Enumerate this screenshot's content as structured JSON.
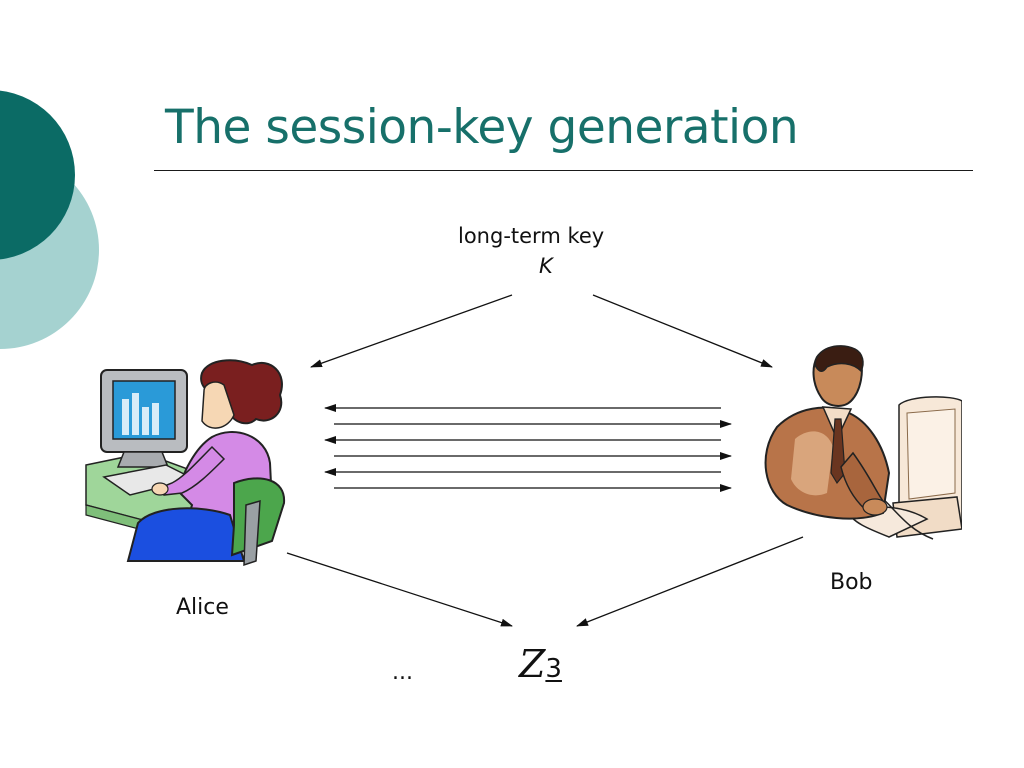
{
  "slide": {
    "title": "The session-key generation"
  },
  "diagram": {
    "key_label": "long-term key",
    "key_symbol": "K",
    "alice_label": "Alice",
    "bob_label": "Bob",
    "ellipsis": "...",
    "result_letter": "Z",
    "result_subscript": "3",
    "message_arrows": [
      "left",
      "right",
      "left",
      "right",
      "left",
      "right"
    ]
  },
  "colors": {
    "title": "#17706a",
    "theme_dark": "#0b6b65",
    "theme_light": "#a5d2d0",
    "rule": "#1a1a1a",
    "arrows": "#111111"
  },
  "icons": {
    "alice": "woman-at-computer-icon",
    "bob": "man-at-computer-icon"
  }
}
